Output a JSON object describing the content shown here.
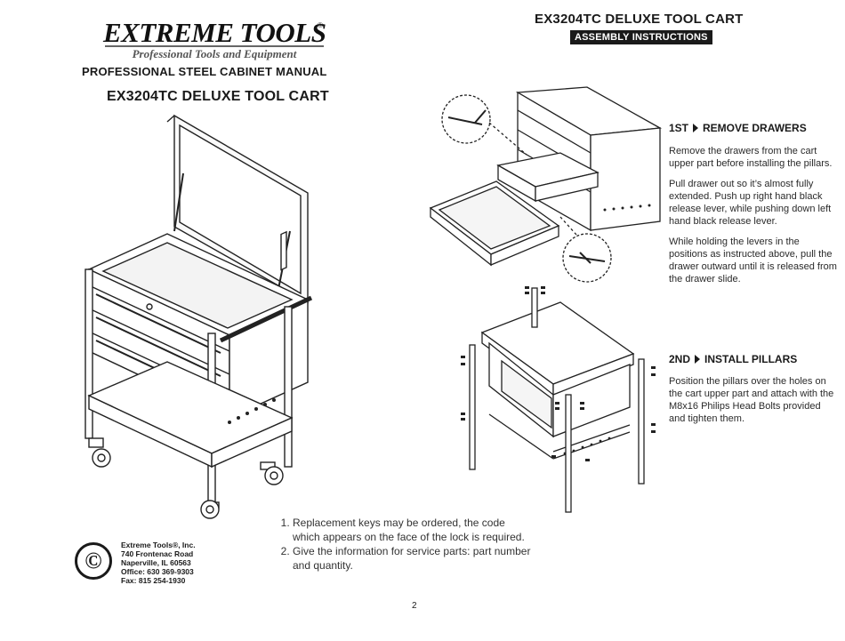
{
  "brand": {
    "name": "EXTREME TOOLS",
    "registered": "®",
    "tagline": "Professional Tools and Equipment"
  },
  "left": {
    "manual_title": "PROFESSIONAL STEEL CABINET MANUAL",
    "product_title": "EX3204TC DELUXE TOOL CART"
  },
  "right": {
    "product_title": "EX3204TC DELUXE TOOL CART",
    "badge": "ASSEMBLY INSTRUCTIONS"
  },
  "steps": [
    {
      "number": "1ST",
      "heading": "REMOVE DRAWERS",
      "paragraphs": [
        "Remove the drawers from the cart upper part before installing the pillars.",
        "Pull drawer out so it’s almost fully extended. Push up right hand black release lever, while pushing down left hand black release lever.",
        "While holding the levers in the positions as instructed above, pull the drawer outward until it is released from the drawer slide."
      ]
    },
    {
      "number": "2ND",
      "heading": "INSTALL PILLARS",
      "paragraphs": [
        "Position the pillars over the holes on the cart upper part and attach with the M8x16 Philips Head Bolts provided and tighten them."
      ]
    }
  ],
  "notes": [
    "Replacement keys may be ordered, the code which appears on the face of the lock is required.",
    "Give the information for service parts: part number and quantity."
  ],
  "company": {
    "symbol": "©",
    "name": "Extreme Tools®, Inc.",
    "street": "740 Frontenac Road",
    "city": "Naperville, IL  60563",
    "office": "Office: 630 369-9303",
    "fax": "Fax: 815 254-1930"
  },
  "page_number": "2"
}
